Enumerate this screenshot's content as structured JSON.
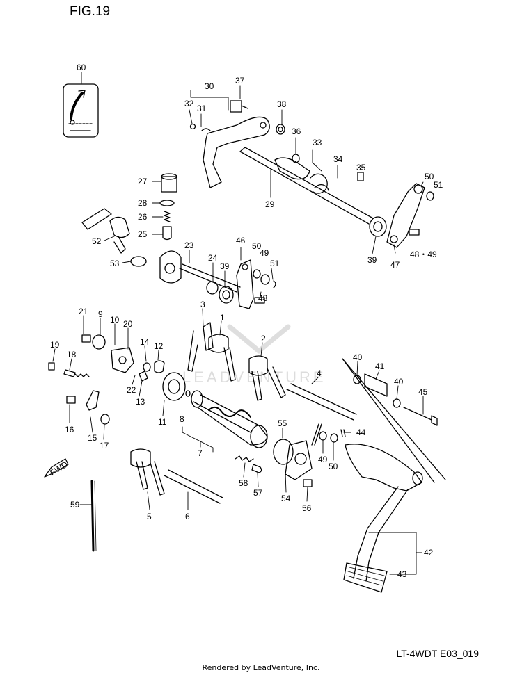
{
  "figure": {
    "title": "FIG.19",
    "model_code": "LT-4WDT E03_019",
    "rendered_by": "Rendered by LeadVenture, Inc.",
    "watermark": "LEADVENTURE",
    "fwd_label": "FWD"
  },
  "callouts": [
    {
      "id": "p60",
      "label": "60"
    },
    {
      "id": "p37",
      "label": "37"
    },
    {
      "id": "p30",
      "label": "30"
    },
    {
      "id": "p38",
      "label": "38"
    },
    {
      "id": "p32",
      "label": "32"
    },
    {
      "id": "p31",
      "label": "31"
    },
    {
      "id": "p36",
      "label": "36"
    },
    {
      "id": "p33",
      "label": "33"
    },
    {
      "id": "p34",
      "label": "34"
    },
    {
      "id": "p35",
      "label": "35"
    },
    {
      "id": "p50a",
      "label": "50"
    },
    {
      "id": "p51a",
      "label": "51"
    },
    {
      "id": "p27",
      "label": "27"
    },
    {
      "id": "p28",
      "label": "28"
    },
    {
      "id": "p26",
      "label": "26"
    },
    {
      "id": "p25",
      "label": "25"
    },
    {
      "id": "p29",
      "label": "29"
    },
    {
      "id": "p52",
      "label": "52"
    },
    {
      "id": "p23",
      "label": "23"
    },
    {
      "id": "p53",
      "label": "53"
    },
    {
      "id": "p46",
      "label": "46"
    },
    {
      "id": "p50b",
      "label": "50"
    },
    {
      "id": "p49a",
      "label": "49"
    },
    {
      "id": "p24",
      "label": "24"
    },
    {
      "id": "p39a",
      "label": "39"
    },
    {
      "id": "p51b",
      "label": "51"
    },
    {
      "id": "p39b",
      "label": "39"
    },
    {
      "id": "p47",
      "label": "47"
    },
    {
      "id": "p4849",
      "label": "48・49"
    },
    {
      "id": "p48",
      "label": "48"
    },
    {
      "id": "p3",
      "label": "3"
    },
    {
      "id": "p1",
      "label": "1"
    },
    {
      "id": "p21",
      "label": "21"
    },
    {
      "id": "p9",
      "label": "9"
    },
    {
      "id": "p10",
      "label": "10"
    },
    {
      "id": "p20",
      "label": "20"
    },
    {
      "id": "p2",
      "label": "2"
    },
    {
      "id": "p19",
      "label": "19"
    },
    {
      "id": "p14",
      "label": "14"
    },
    {
      "id": "p12",
      "label": "12"
    },
    {
      "id": "p18",
      "label": "18"
    },
    {
      "id": "p4",
      "label": "4"
    },
    {
      "id": "p40a",
      "label": "40"
    },
    {
      "id": "p41",
      "label": "41"
    },
    {
      "id": "p40b",
      "label": "40"
    },
    {
      "id": "p22",
      "label": "22"
    },
    {
      "id": "p13",
      "label": "13"
    },
    {
      "id": "p45",
      "label": "45"
    },
    {
      "id": "p16",
      "label": "16"
    },
    {
      "id": "p11",
      "label": "11"
    },
    {
      "id": "p8",
      "label": "8"
    },
    {
      "id": "p15",
      "label": "15"
    },
    {
      "id": "p17",
      "label": "17"
    },
    {
      "id": "p55",
      "label": "55"
    },
    {
      "id": "p44",
      "label": "44"
    },
    {
      "id": "p7",
      "label": "7"
    },
    {
      "id": "p49b",
      "label": "49"
    },
    {
      "id": "p50c",
      "label": "50"
    },
    {
      "id": "p58",
      "label": "58"
    },
    {
      "id": "p57",
      "label": "57"
    },
    {
      "id": "p54",
      "label": "54"
    },
    {
      "id": "p59",
      "label": "59"
    },
    {
      "id": "p56",
      "label": "56"
    },
    {
      "id": "p5",
      "label": "5"
    },
    {
      "id": "p6",
      "label": "6"
    },
    {
      "id": "p42",
      "label": "42"
    },
    {
      "id": "p43",
      "label": "43"
    }
  ]
}
